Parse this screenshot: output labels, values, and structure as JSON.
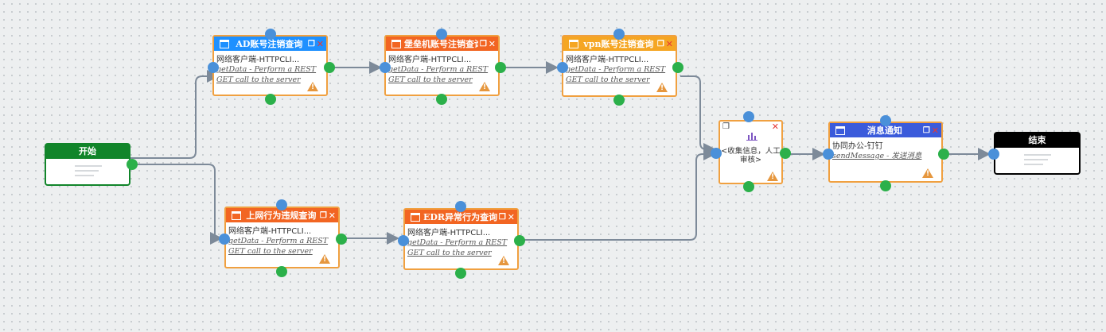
{
  "colors": {
    "blue_head": "#1e90ff",
    "orange_head": "#f26522",
    "yellow_head": "#f5a623",
    "indigo_head": "#3b5bdb",
    "start_green": "#11852a",
    "end_black": "#000000",
    "edge": "#7d8a99",
    "node_border": "#f0a040"
  },
  "start": {
    "label": "开始"
  },
  "end": {
    "label": "结束"
  },
  "nodes": [
    {
      "id": "ad",
      "title": "AD账号注销查询",
      "color": "blue",
      "line1": "网络客户端-HTTPCLI...",
      "line2": "getData - Perform a REST GET call to the server"
    },
    {
      "id": "bastion",
      "title": "堡垒机账号注销查询",
      "color": "orange",
      "line1": "网络客户端-HTTPCLI...",
      "line2": "getData - Perform a REST GET call to the server"
    },
    {
      "id": "vpn",
      "title": "vpn账号注销查询",
      "color": "yellow",
      "line1": "网络客户端-HTTPCLI...",
      "line2": "getData - Perform a REST GET call to the server"
    },
    {
      "id": "web",
      "title": "上网行为违规查询",
      "color": "orange",
      "line1": "网络客户端-HTTPCLI...",
      "line2": "getData - Perform a REST GET call to the server"
    },
    {
      "id": "edr",
      "title": "EDR异常行为查询",
      "color": "orange",
      "line1": "网络客户端-HTTPCLI...",
      "line2": "getData - Perform a REST GET call to the server"
    },
    {
      "id": "notify",
      "title": "消息通知",
      "color": "indigo",
      "line1": "协同办公-钉钉",
      "line2": "sendMessage - 发送消息"
    }
  ],
  "aggregate": {
    "label": "<收集信息，人工审核>"
  },
  "icons": {
    "window": "window-icon",
    "copy": "copy-icon",
    "close": "close-icon",
    "warning": "warning-icon",
    "chart": "bar-chart-icon"
  }
}
